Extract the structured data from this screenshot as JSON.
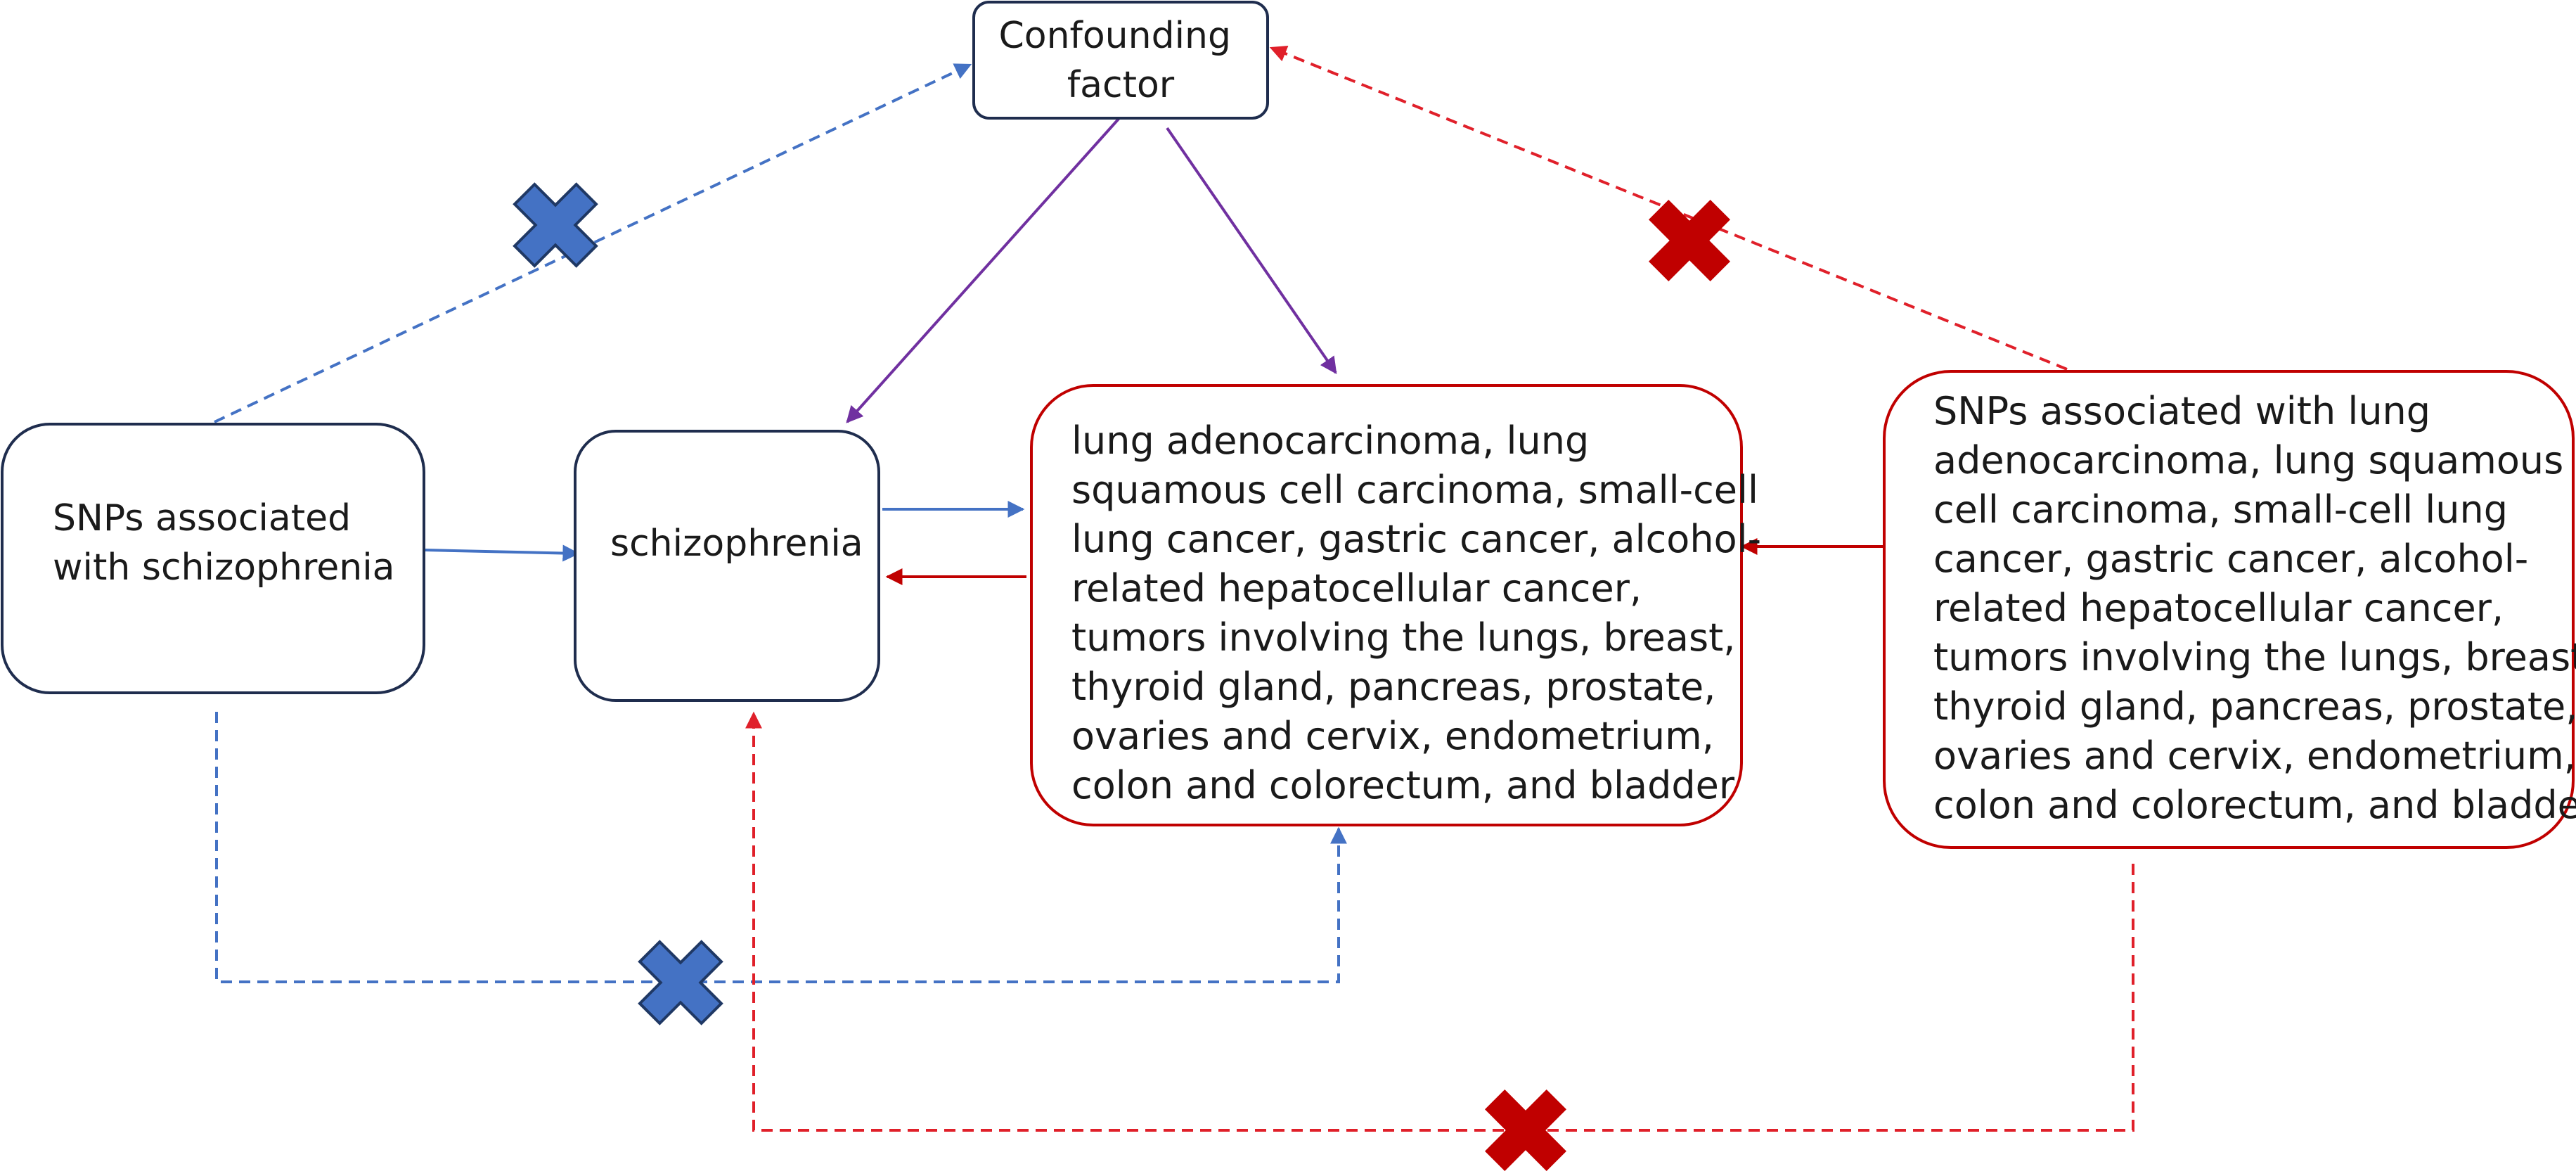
{
  "nodes": {
    "confounder": {
      "lines": [
        "Confounding",
        "factor"
      ]
    },
    "snp_schizophrenia": {
      "lines": [
        "SNPs associated",
        "with schizophrenia"
      ]
    },
    "schizophrenia": {
      "lines": [
        "schizophrenia"
      ]
    },
    "cancers": {
      "lines": [
        "lung adenocarcinoma, lung",
        "squamous cell carcinoma, small-cell",
        "lung cancer, gastric cancer, alcohol-",
        "related hepatocellular cancer,",
        "tumors involving the lungs, breast,",
        "thyroid gland, pancreas, prostate,",
        "ovaries and cervix, endometrium,",
        "colon and colorectum, and bladder"
      ]
    },
    "snp_cancers": {
      "lines": [
        "SNPs associated with lung",
        "adenocarcinoma, lung squamous",
        "cell carcinoma, small-cell lung",
        "cancer, gastric cancer, alcohol-",
        "related hepatocellular cancer,",
        "tumors involving the lungs, breast,",
        "thyroid gland, pancreas, prostate,",
        "ovaries and cervix, endometrium,",
        "colon and colorectum, and bladder"
      ]
    }
  },
  "colors": {
    "blue": "#4472c4",
    "red": "#c00000",
    "red_dashed": "#e0202a",
    "purple": "#7030a0",
    "navy_border": "#1f2d4e",
    "blue_cross_fill": "#4472c4",
    "blue_cross_stroke": "#1f3864",
    "red_cross_fill": "#c00000"
  }
}
